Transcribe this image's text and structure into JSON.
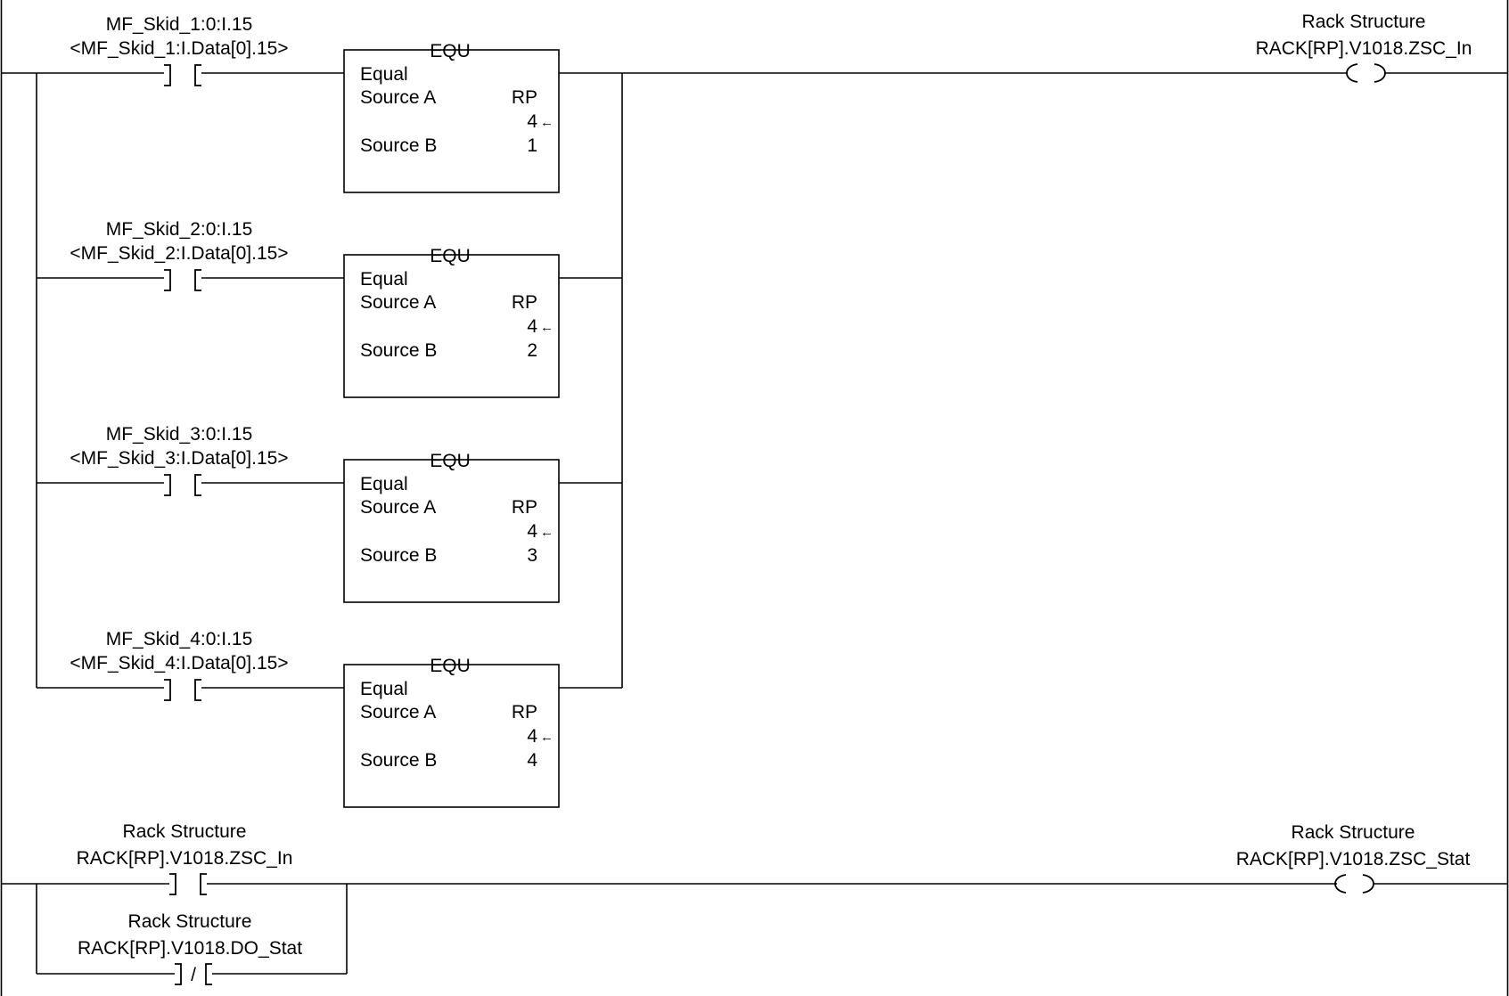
{
  "rung1": {
    "contacts": [
      {
        "tag": "MF_Skid_1:0:I.15",
        "alias": "<MF_Skid_1:I.Data[0].15>"
      },
      {
        "tag": "MF_Skid_2:0:I.15",
        "alias": "<MF_Skid_2:I.Data[0].15>"
      },
      {
        "tag": "MF_Skid_3:0:I.15",
        "alias": "<MF_Skid_3:I.Data[0].15>"
      },
      {
        "tag": "MF_Skid_4:0:I.15",
        "alias": "<MF_Skid_4:I.Data[0].15>"
      }
    ],
    "equ_blocks": [
      {
        "mnemonic": "EQU",
        "name": "Equal",
        "source_a_label": "Source A",
        "source_a": "RP",
        "source_a_value": "4",
        "source_b_label": "Source B",
        "source_b": "1"
      },
      {
        "mnemonic": "EQU",
        "name": "Equal",
        "source_a_label": "Source A",
        "source_a": "RP",
        "source_a_value": "4",
        "source_b_label": "Source B",
        "source_b": "2"
      },
      {
        "mnemonic": "EQU",
        "name": "Equal",
        "source_a_label": "Source A",
        "source_a": "RP",
        "source_a_value": "4",
        "source_b_label": "Source B",
        "source_b": "3"
      },
      {
        "mnemonic": "EQU",
        "name": "Equal",
        "source_a_label": "Source A",
        "source_a": "RP",
        "source_a_value": "4",
        "source_b_label": "Source B",
        "source_b": "4"
      }
    ],
    "coil": {
      "desc": "Rack Structure",
      "tag": "RACK[RP].V1018.ZSC_In"
    }
  },
  "rung2": {
    "contact_no": {
      "desc": "Rack Structure",
      "tag": "RACK[RP].V1018.ZSC_In"
    },
    "contact_nc": {
      "desc": "Rack Structure",
      "tag": "RACK[RP].V1018.DO_Stat",
      "symbol": "/"
    },
    "coil": {
      "desc": "Rack Structure",
      "tag": "RACK[RP].V1018.ZSC_Stat"
    }
  },
  "glyphs": {
    "arrow": "←"
  }
}
